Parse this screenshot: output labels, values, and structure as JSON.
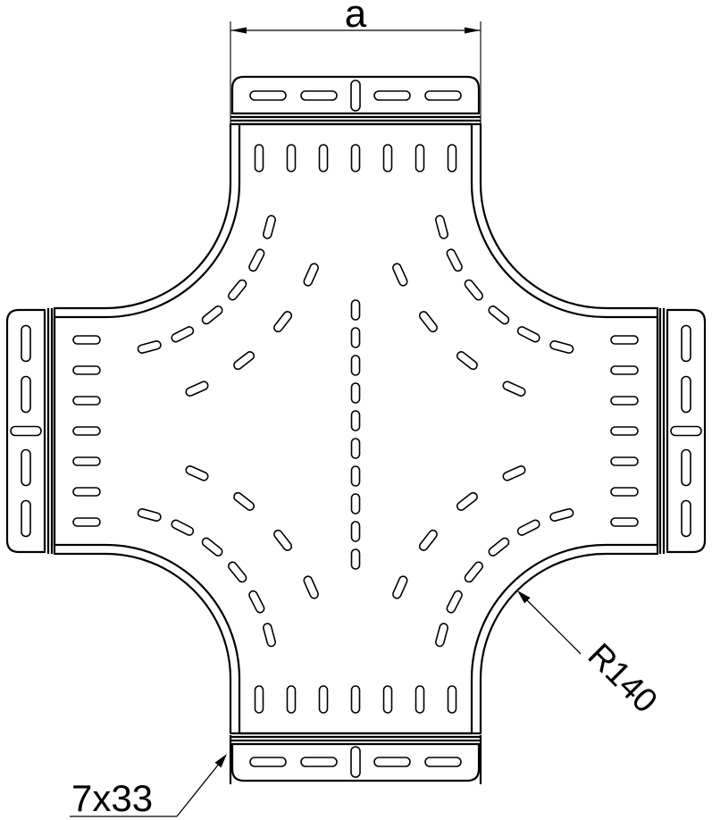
{
  "annotations": {
    "width_label": "a",
    "radius_label": "R140",
    "slot_label": "7x33"
  },
  "style": {
    "line_color": "#000000",
    "background": "#ffffff"
  }
}
